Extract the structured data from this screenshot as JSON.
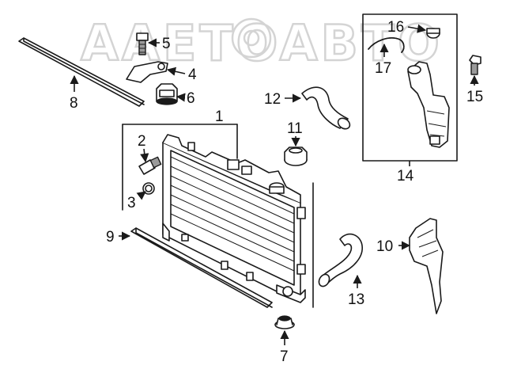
{
  "watermark": "AAETOABTO",
  "callouts": {
    "p1": "1",
    "p2": "2",
    "p3": "3",
    "p4": "4",
    "p5": "5",
    "p6": "6",
    "p7": "7",
    "p8": "8",
    "p9": "9",
    "p10": "10",
    "p11": "11",
    "p12": "12",
    "p13": "13",
    "p14": "14",
    "p15": "15",
    "p16": "16",
    "p17": "17"
  },
  "colors": {
    "line": "#1a1a1a",
    "watermark": "#d4d4d4",
    "background": "#ffffff"
  }
}
